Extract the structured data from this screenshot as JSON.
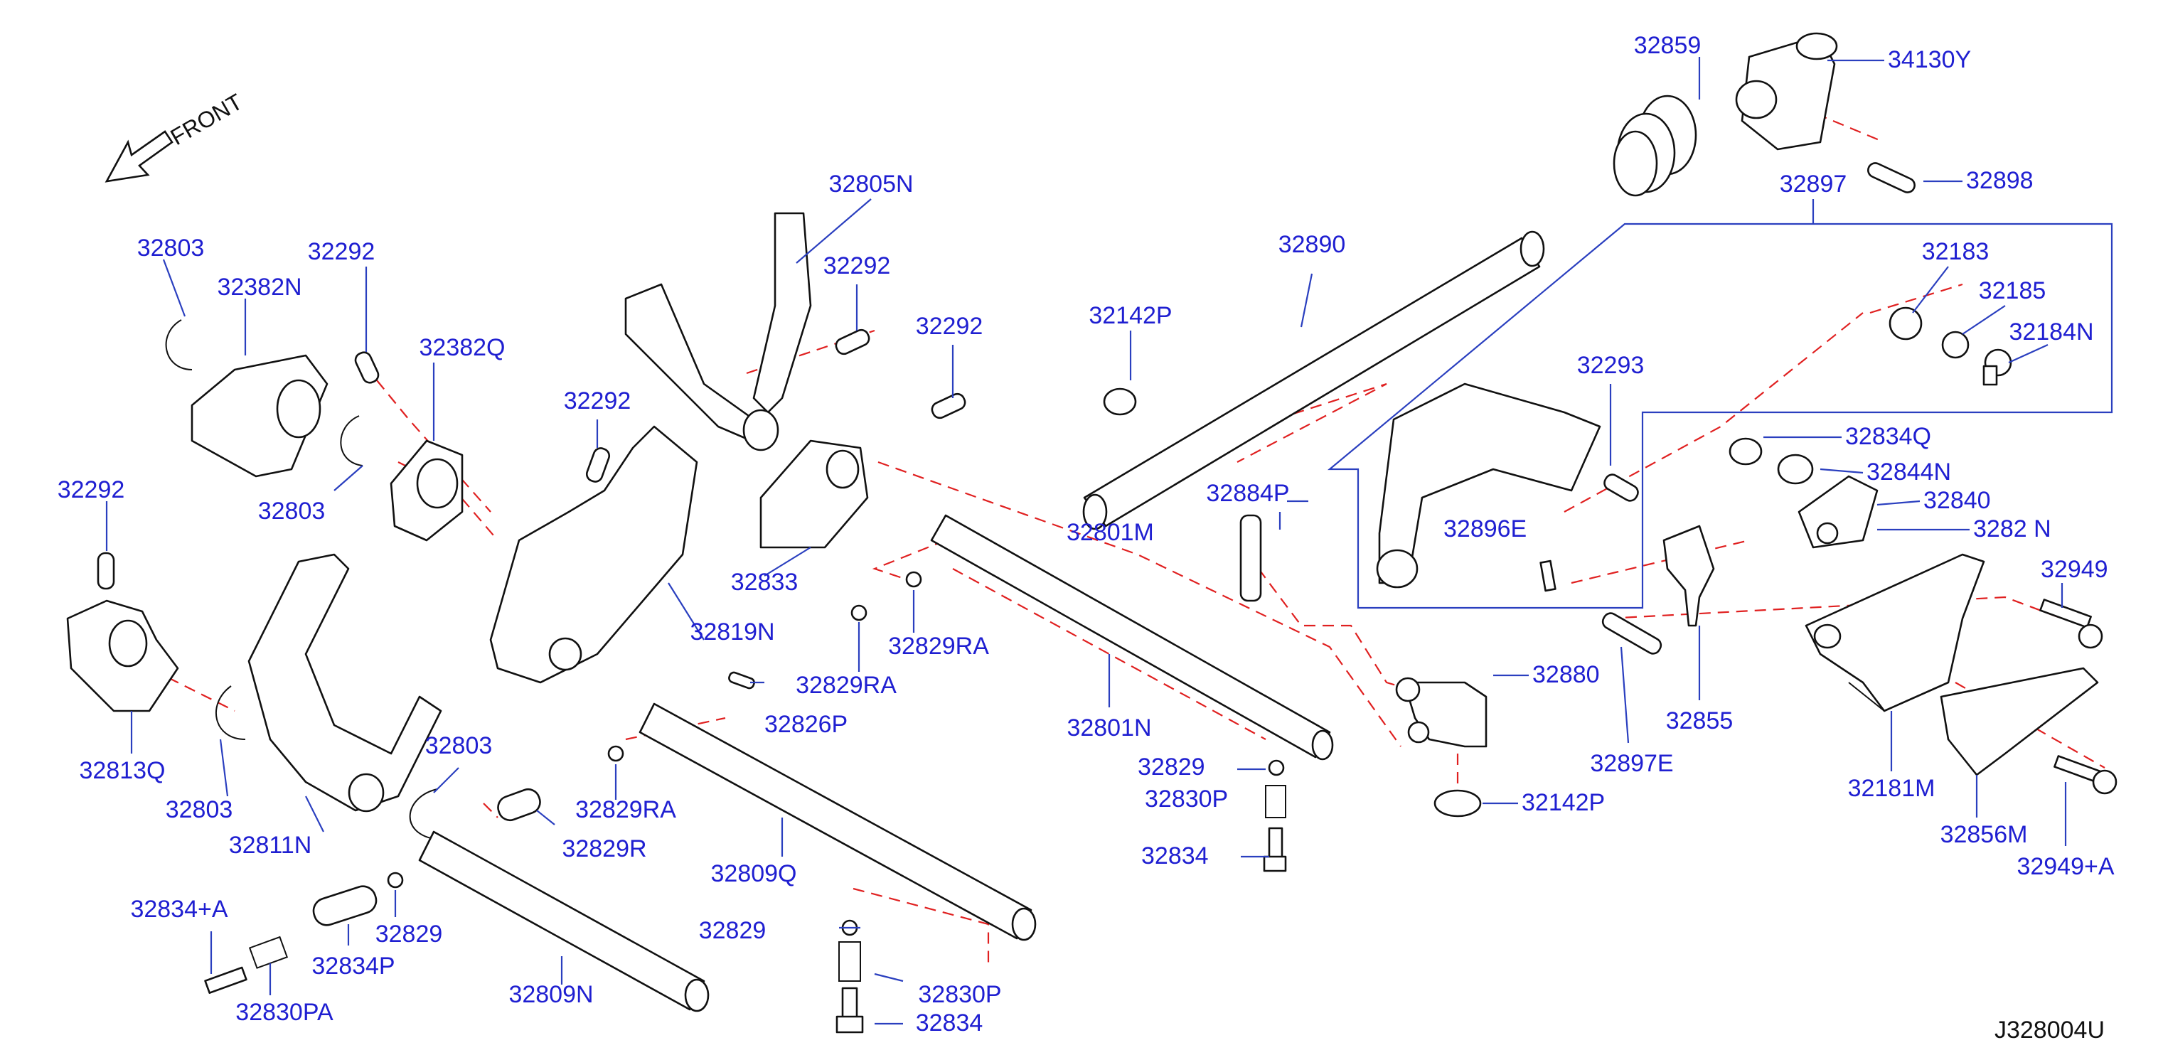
{
  "diagram": {
    "code": "J328004U",
    "front_label": "FRONT",
    "labels": {
      "l32859": "32859",
      "l34130Y": "34130Y",
      "l32898": "32898",
      "l32897": "32897",
      "l32183": "32183",
      "l32185": "32185",
      "l32184N": "32184N",
      "l32890": "32890",
      "l32142P_top": "32142P",
      "l32293": "32293",
      "l32834Q": "32834Q",
      "l32844N": "32844N",
      "l32840": "32840",
      "l3282N": "3282 N",
      "l32949": "32949",
      "l32884P": "32884P",
      "l32801M": "32801M",
      "l32896E": "32896E",
      "l32880": "32880",
      "l32855": "32855",
      "l32181M": "32181M",
      "l32856M": "32856M",
      "l32949A": "32949+A",
      "l32897E": "32897E",
      "l32142P_bot": "32142P",
      "l32829_r": "32829",
      "l32830P_r": "32830P",
      "l32834_r": "32834",
      "l32801N": "32801N",
      "l32805N": "32805N",
      "l32292_a": "32292",
      "l32292_b": "32292",
      "l32292_c": "32292",
      "l32292_d": "32292",
      "l32292_e": "32292",
      "l32803_a": "32803",
      "l32382N": "32382N",
      "l32382Q": "32382Q",
      "l32803_b": "32803",
      "l32833": "32833",
      "l32819N": "32819N",
      "l32829RA_a": "32829RA",
      "l32829RA_b": "32829RA",
      "l32826P": "32826P",
      "l32813Q": "32813Q",
      "l32803_c": "32803",
      "l32803_d": "32803",
      "l32811N": "32811N",
      "l32829RA_c": "32829RA",
      "l32829R": "32829R",
      "l32809Q": "32809Q",
      "l32834A": "32834+A",
      "l32829_l": "32829",
      "l32834P": "32834P",
      "l32830PA": "32830PA",
      "l32809N": "32809N",
      "l32829_m": "32829",
      "l32830P_m": "32830P",
      "l32834_m": "32834"
    }
  }
}
